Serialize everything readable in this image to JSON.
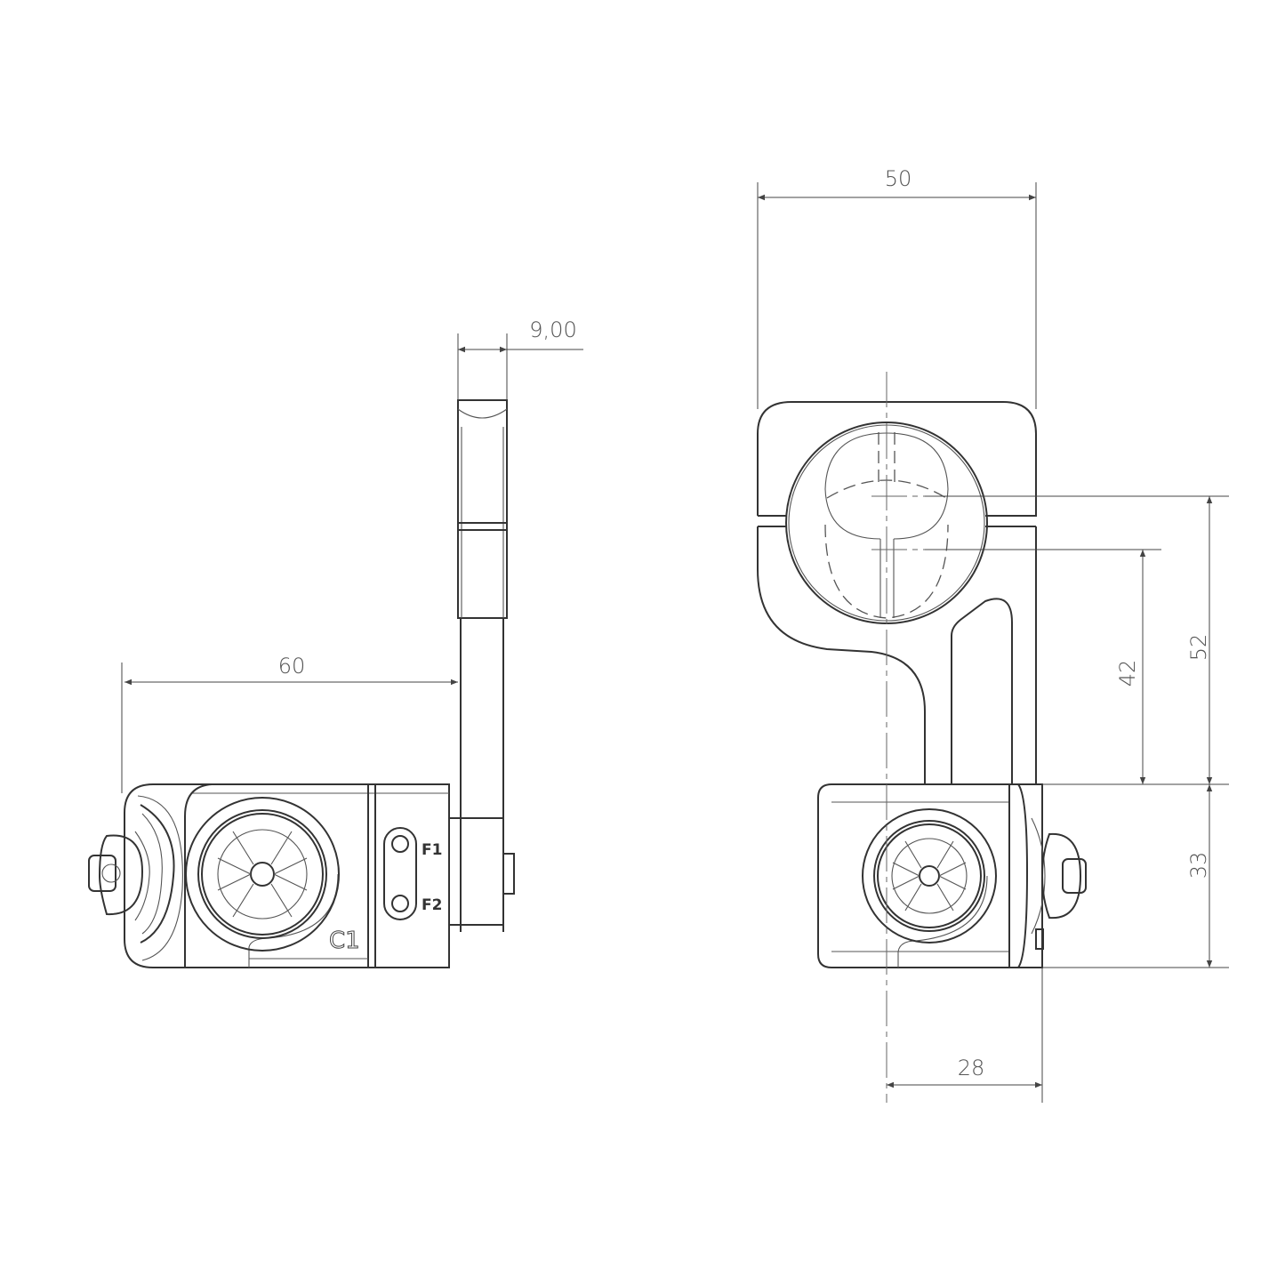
{
  "dimensions": {
    "side_width": "60",
    "arm_thickness": "9,00",
    "clamp_width": "50",
    "center_height_upper": "52",
    "center_height_lower": "42",
    "body_height": "33",
    "body_offset": "28"
  },
  "labels": {
    "f1": "F1",
    "f2": "F2",
    "c1": "C1"
  }
}
